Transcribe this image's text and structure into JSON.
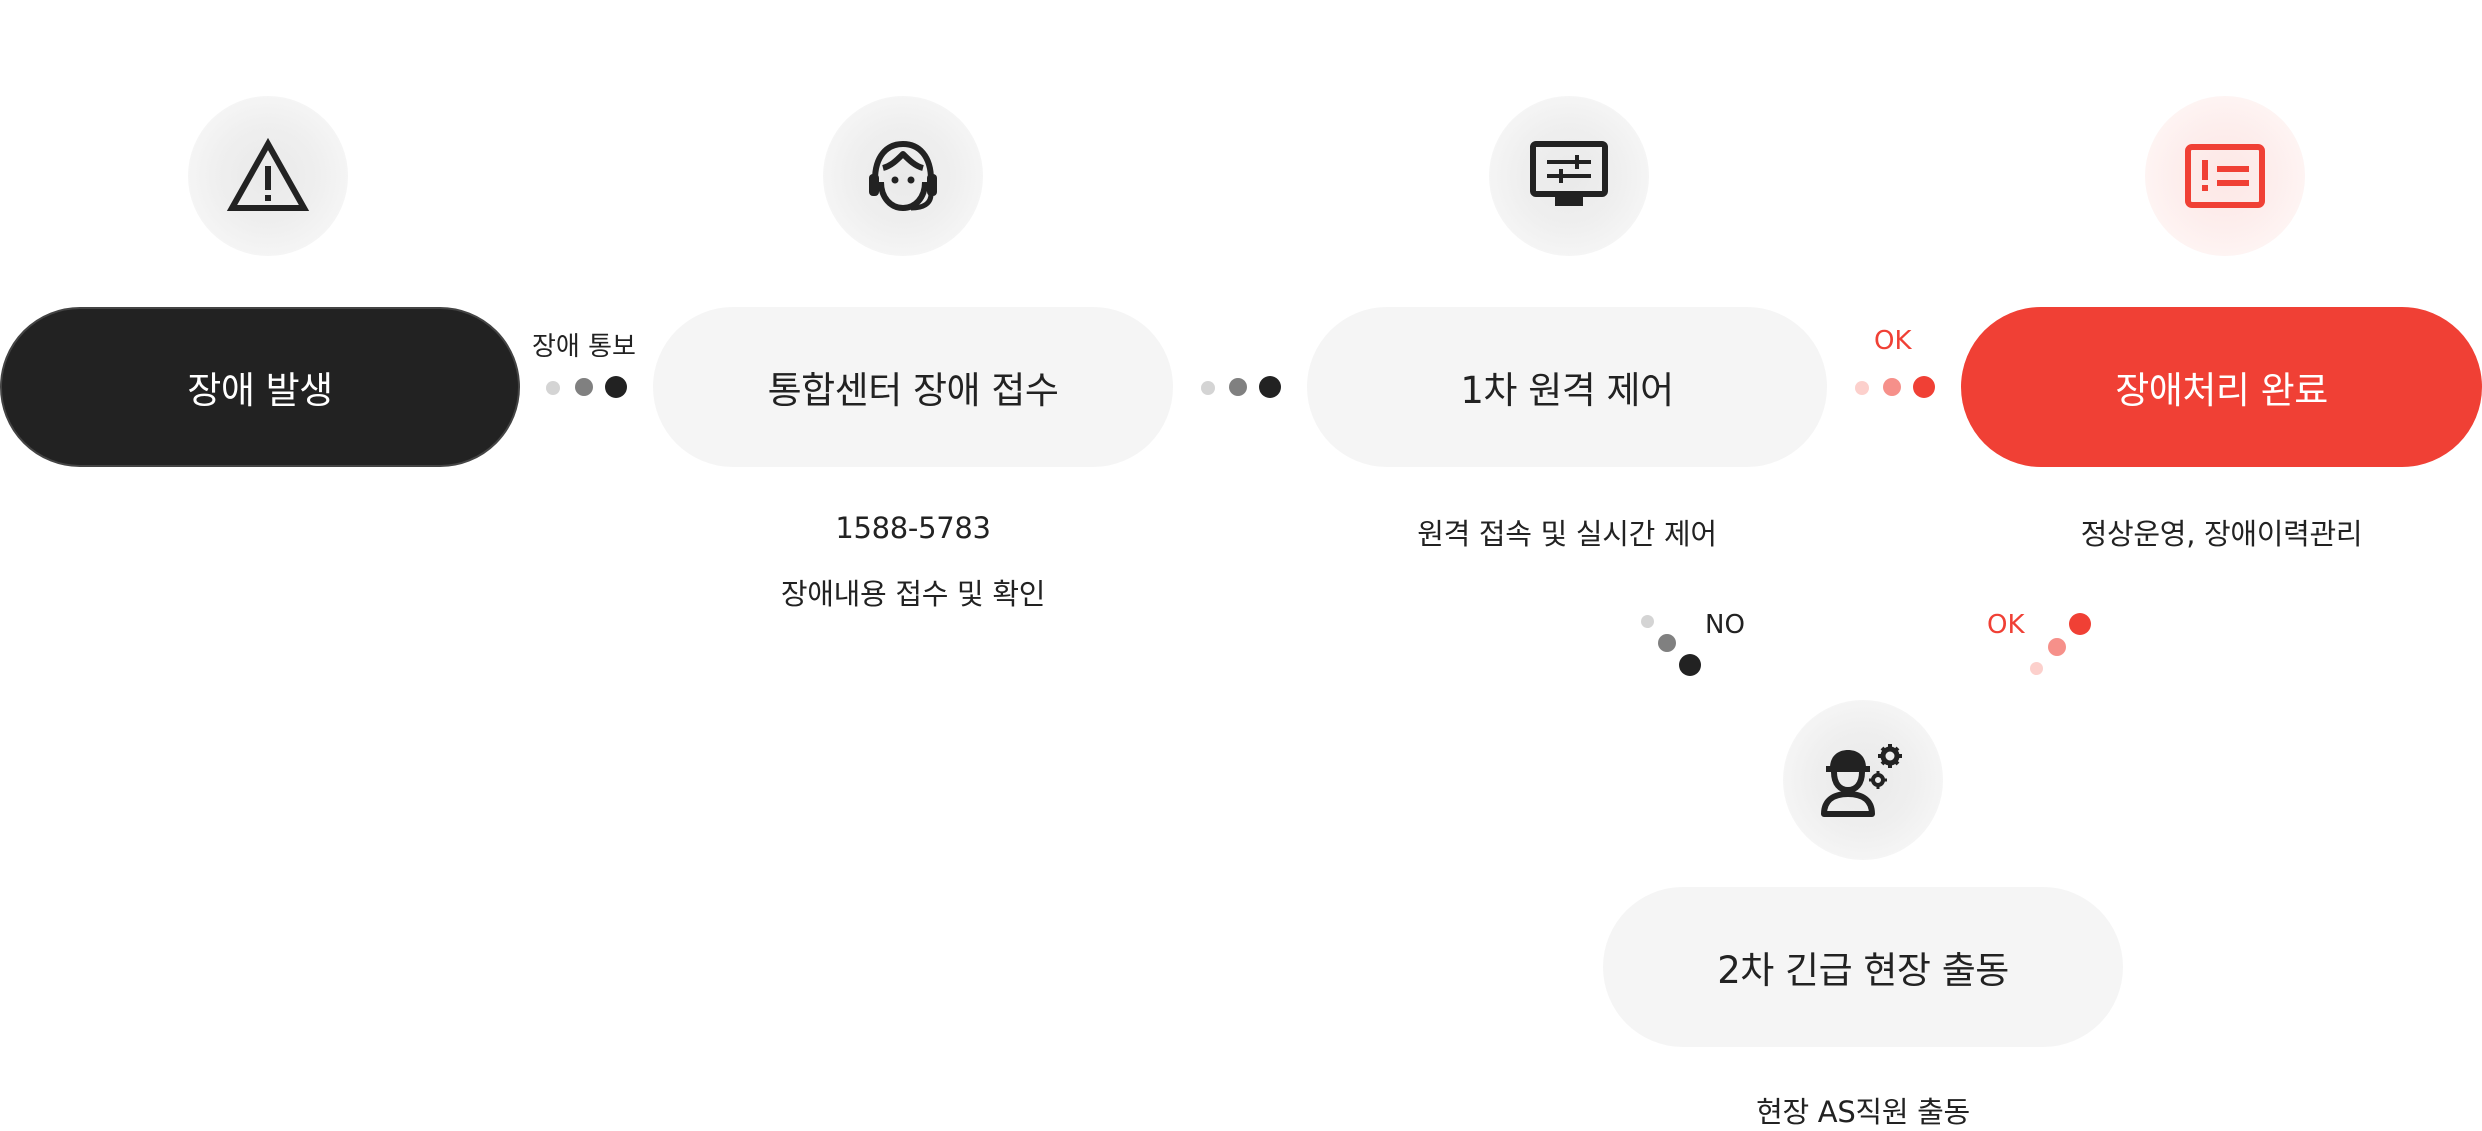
{
  "steps": {
    "step1": {
      "label": "장애 발생",
      "icon": "warning-triangle-icon"
    },
    "step2": {
      "label": "통합센터 장애 접수",
      "icon": "headset-agent-icon",
      "desc_line1": "1588-5783",
      "desc_line2": "장애내용 접수 및 확인"
    },
    "step3": {
      "label": "1차 원격 제어",
      "icon": "monitor-controls-icon",
      "desc_line1": "원격 접속 및 실시간 제어"
    },
    "step4": {
      "label": "장애처리 완료",
      "icon": "notice-list-icon",
      "desc_line1": "정상운영, 장애이력관리"
    },
    "step5": {
      "label": "2차 긴급 현장 출동",
      "icon": "technician-gear-icon",
      "desc_line1": "현장 AS직원 출동"
    }
  },
  "connectors": {
    "c1": {
      "label": "장애 통보"
    },
    "c2": {
      "label": ""
    },
    "c3": {
      "label": "OK"
    },
    "c4": {
      "label": "NO"
    },
    "c5": {
      "label": "OK"
    }
  },
  "colors": {
    "dark": "#222222",
    "red": "#f04035",
    "light_gray": "#f5f5f5"
  }
}
